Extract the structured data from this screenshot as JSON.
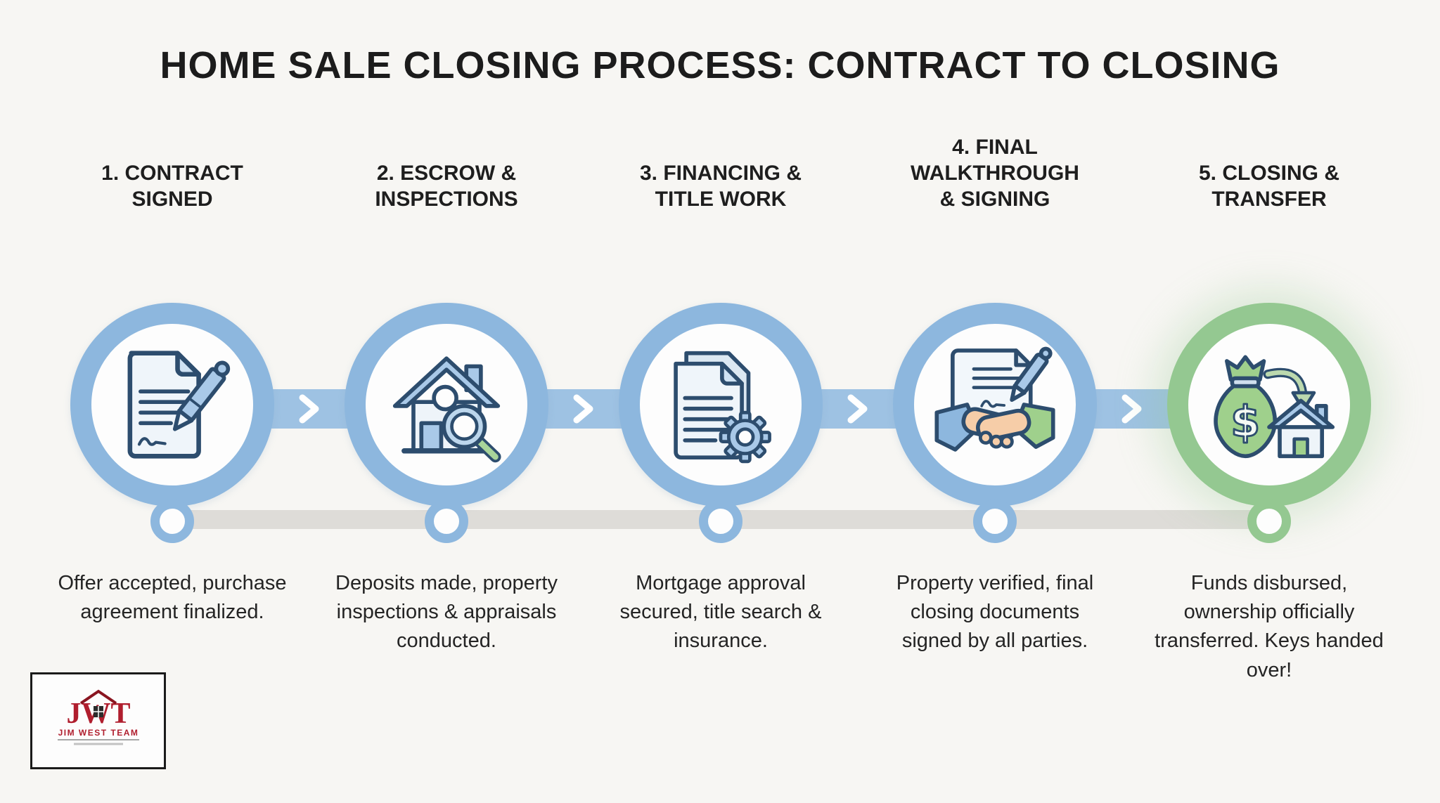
{
  "title": "HOME SALE CLOSING PROCESS: CONTRACT TO CLOSING",
  "colors": {
    "background": "#f7f6f3",
    "ring_blue": "#8db7de",
    "connector_blue": "#9ec2e3",
    "ring_green": "#94c891",
    "timeline_gray": "#dedcd8",
    "icon_outline": "#2d4d6e",
    "icon_fill_blue": "#a9c9e8",
    "accent_green": "#9fd08c",
    "logo_red": "#b01e2e"
  },
  "steps": [
    {
      "title_lines": [
        "1. CONTRACT",
        "SIGNED"
      ],
      "description": "Offer accepted, purchase agreement finalized.",
      "icon": "contract-document-pen-icon",
      "ring_color": "#8db7de"
    },
    {
      "title_lines": [
        "2. ESCROW &",
        "INSPECTIONS"
      ],
      "description": "Deposits made, property inspections & appraisals conducted.",
      "icon": "house-magnifier-icon",
      "ring_color": "#8db7de"
    },
    {
      "title_lines": [
        "3. FINANCING &",
        "TITLE WORK"
      ],
      "description": "Mortgage approval secured, title search & insurance.",
      "icon": "documents-gear-icon",
      "ring_color": "#8db7de"
    },
    {
      "title_lines": [
        "4. FINAL",
        "WALKTHROUGH",
        "& SIGNING"
      ],
      "description": "Property verified, final closing documents signed by all parties.",
      "icon": "handshake-contract-icon",
      "ring_color": "#8db7de"
    },
    {
      "title_lines": [
        "5. CLOSING &",
        "TRANSFER"
      ],
      "description": "Funds disbursed, ownership officially transferred. Keys handed over!",
      "icon": "moneybag-house-transfer-icon",
      "ring_color": "#94c891"
    }
  ],
  "icons": {
    "dollar_glyph": "$"
  },
  "logo": {
    "monogram": "JWT",
    "team_name": "JIM WEST TEAM"
  }
}
